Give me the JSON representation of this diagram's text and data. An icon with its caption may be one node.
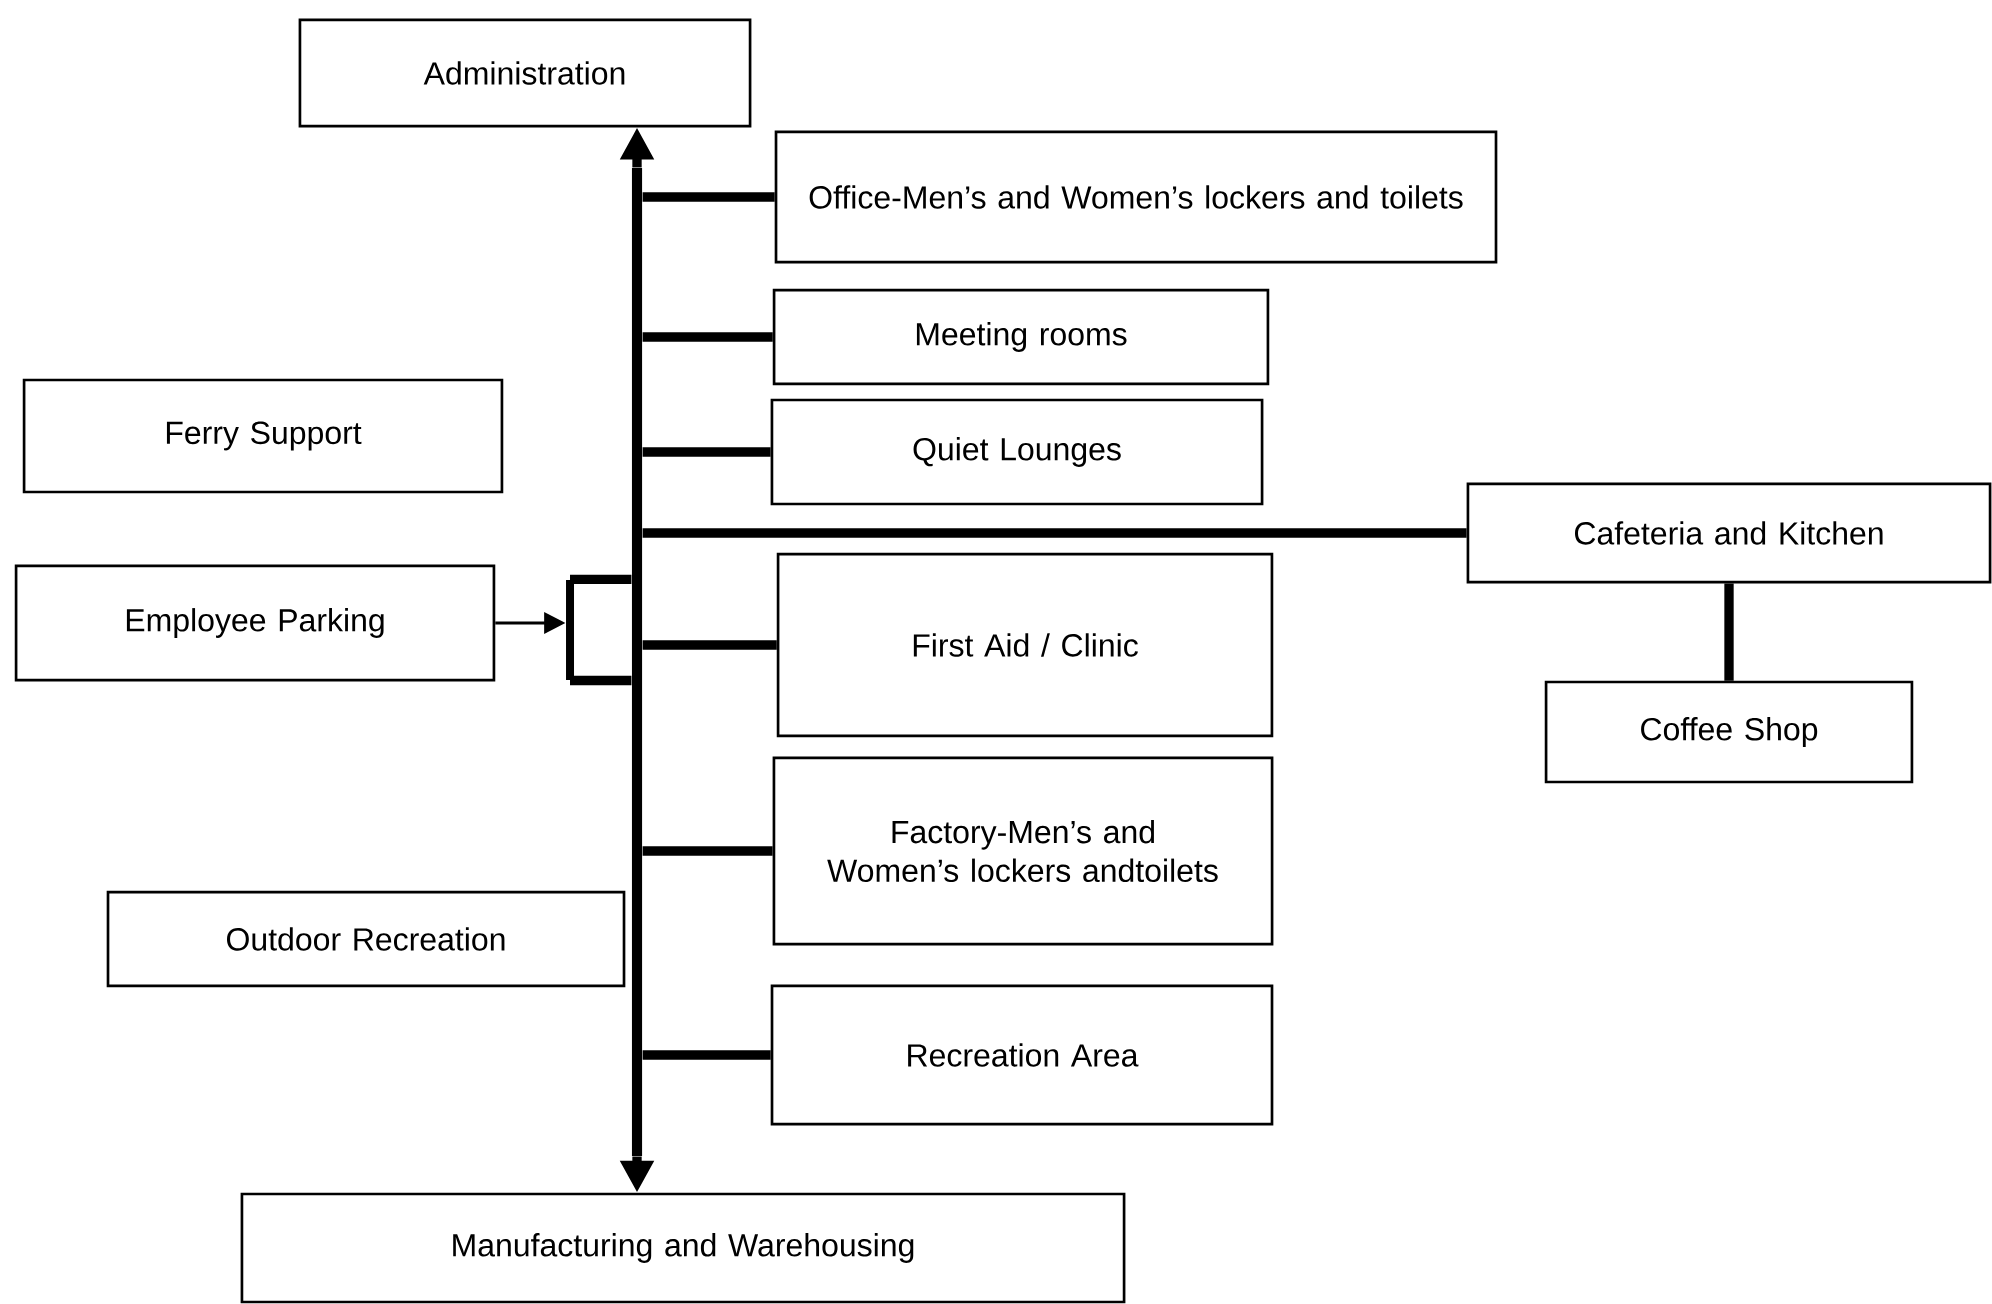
{
  "diagram": {
    "nodes": [
      {
        "text": [
          "Administration"
        ]
      },
      {
        "text": [],
        "shape": "bar"
      },
      {
        "text": [
          "Office-Men’s and Women’s lockers and toilets"
        ]
      },
      {
        "text": [
          "Meeting rooms"
        ]
      },
      {
        "text": [
          "Ferry Support"
        ]
      },
      {
        "text": [
          "Quiet Lounges"
        ]
      },
      {
        "text": [
          "Cafeteria and Kitchen"
        ]
      },
      {
        "text": [
          "Employee Parking"
        ]
      },
      {
        "text": [],
        "shape": "bar"
      },
      {
        "text": [
          "First Aid / Clinic"
        ]
      },
      {
        "text": [
          "Coffee Shop"
        ]
      },
      {
        "text": [
          "Factory-Men’s and Women’s lockers andtoilets"
        ]
      },
      {
        "text": [
          "Outdoor Recreation"
        ]
      },
      {
        "text": [
          "Recreation Area"
        ]
      },
      {
        "text": [
          "Manufacturing and Warehousing"
        ]
      }
    ],
    "edges": [
      {
        "from": 1,
        "to": 0,
        "arrow": "to"
      },
      {
        "from": 1,
        "to": 14,
        "arrow": "to"
      },
      {
        "from": 1,
        "to": 2,
        "arrow": "none"
      },
      {
        "from": 1,
        "to": 3,
        "arrow": "none"
      },
      {
        "from": 1,
        "to": 5,
        "arrow": "none"
      },
      {
        "from": 1,
        "to": 6,
        "arrow": "none"
      },
      {
        "from": 6,
        "to": 10,
        "arrow": "none"
      },
      {
        "from": 7,
        "to": 8,
        "arrow": "to"
      },
      {
        "from": 8,
        "to": 1,
        "arrow": "none"
      },
      {
        "from": 1,
        "to": 9,
        "arrow": "none"
      },
      {
        "from": 1,
        "to": 11,
        "arrow": "none"
      },
      {
        "from": 1,
        "to": 13,
        "arrow": "none"
      }
    ]
  }
}
